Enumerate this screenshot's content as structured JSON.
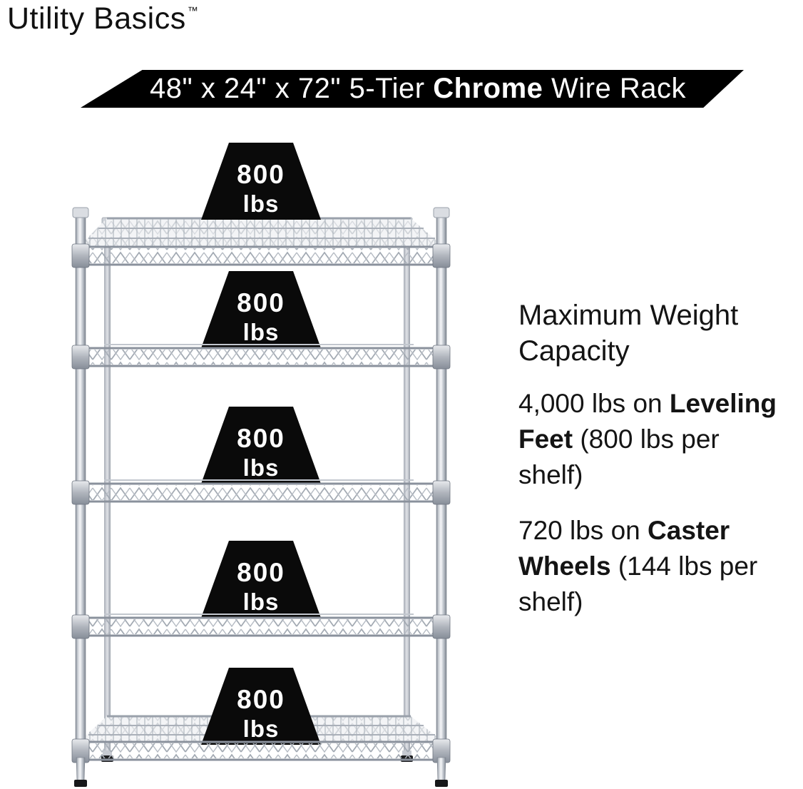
{
  "logo": {
    "text": "Utility Basics",
    "trademark": "™"
  },
  "banner": {
    "runs": [
      {
        "t": "48\" x 24\" x 72\" 5-Tier "
      },
      {
        "t": "Chrome",
        "b": true
      },
      {
        "t": " Wire Rack"
      }
    ],
    "bg_color": "#000000",
    "text_color": "#ffffff"
  },
  "rack": {
    "tiers": 5,
    "weight_badges": [
      {
        "value": "800",
        "unit": "lbs"
      },
      {
        "value": "800",
        "unit": "lbs"
      },
      {
        "value": "800",
        "unit": "lbs"
      },
      {
        "value": "800",
        "unit": "lbs"
      },
      {
        "value": "800",
        "unit": "lbs"
      }
    ]
  },
  "info": {
    "heading": "Maximum Weight Capacity",
    "paragraphs": [
      {
        "lines": [
          [
            {
              "t": "4,000 lbs on "
            },
            {
              "t": "Leveling",
              "b": true
            }
          ],
          [
            {
              "t": "Feet",
              "b": true
            },
            {
              "t": " (800 lbs per"
            }
          ],
          [
            {
              "t": "shelf)"
            }
          ]
        ]
      },
      {
        "lines": [
          [
            {
              "t": "720 lbs on "
            },
            {
              "t": "Caster",
              "b": true
            }
          ],
          [
            {
              "t": "Wheels",
              "b": true
            },
            {
              "t": " (144 lbs per"
            }
          ],
          [
            {
              "t": "shelf)"
            }
          ]
        ]
      }
    ]
  },
  "colors": {
    "badge_bg": "#0a0a0a",
    "badge_text": "#ffffff",
    "body_text": "#141414",
    "chrome_light": "#f5f6f8",
    "chrome_mid": "#c6cbd2",
    "chrome_dark": "#7f8691"
  }
}
